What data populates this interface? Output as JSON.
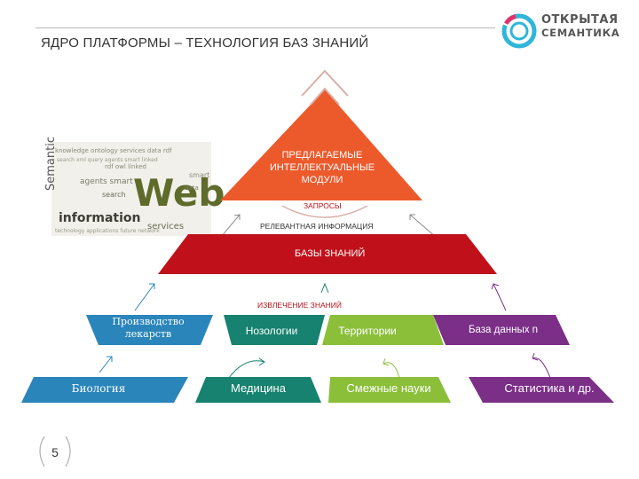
{
  "header": {
    "title": "ЯДРО ПЛАТФОРМЫ – ТЕХНОЛОГИЯ БАЗ ЗНАНИЙ",
    "logo_line1": "ОТКРЫТАЯ",
    "logo_line2": "СЕМАНТИКА"
  },
  "word_cloud": {
    "words": [
      "Web",
      "Semantic",
      "information",
      "agents",
      "services",
      "smart"
    ]
  },
  "pyramid": {
    "top_label": "ПРЕДЛАГАЕМЫЕ ИНТЕЛЛЕКТУАЛЬНЫЕ МОДУЛИ",
    "queries_label": "ЗАПРОСЫ",
    "relevant_label": "РЕЛЕВАНТНАЯ ИНФОРМАЦИЯ",
    "base_label": "БАЗЫ ЗНАНИЙ",
    "extraction_label": "ИЗВЛЕЧЕНИЕ ЗНАНИЙ"
  },
  "upper_row": [
    {
      "label": "Производство лекарств",
      "color": "#2a85bb"
    },
    {
      "label": "Нозологии",
      "color": "#16826f"
    },
    {
      "label": "Территории",
      "color": "#8bbf3a"
    },
    {
      "label": "База данных n",
      "color": "#7b2f87"
    }
  ],
  "lower_row": [
    {
      "label": "Биология",
      "color": "#2a85bb"
    },
    {
      "label": "Медицина",
      "color": "#16826f"
    },
    {
      "label": "Смежные науки",
      "color": "#8bbf3a"
    },
    {
      "label": "Статистика и др.",
      "color": "#7b2f87"
    }
  ],
  "colors": {
    "pyramid_top": "#ec5a2c",
    "pyramid_base": "#c0111a",
    "extraction_text": "#b3121a",
    "arrow_gray": "#8a8a8a",
    "bracket": "#d8b0a6"
  },
  "footer": {
    "page_number": "5"
  }
}
